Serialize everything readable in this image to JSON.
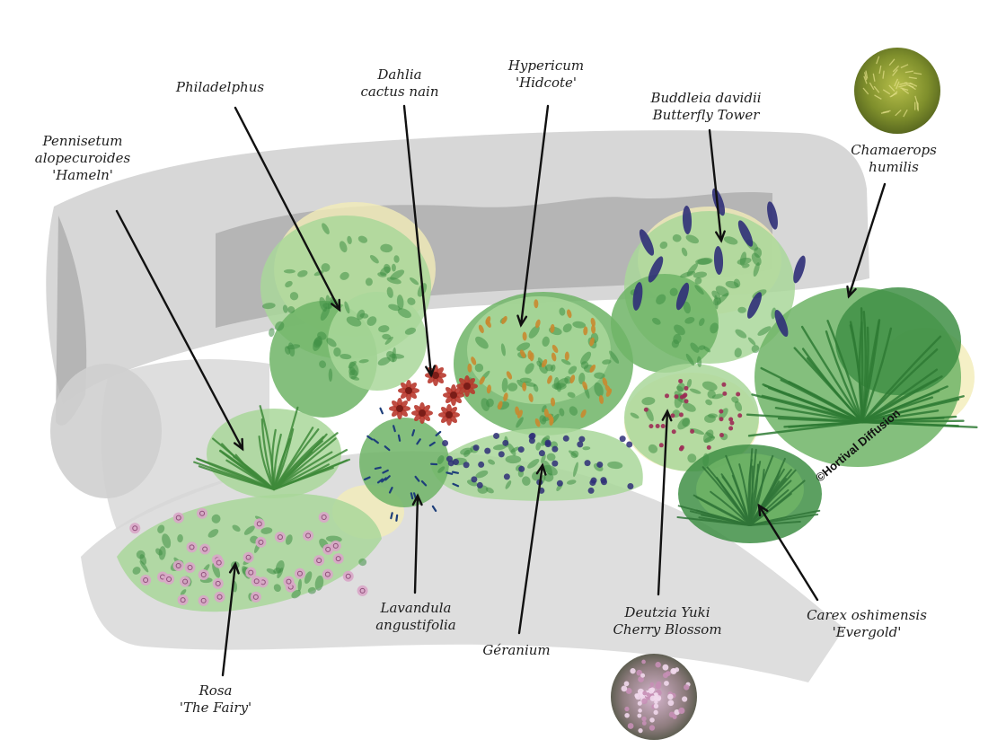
{
  "palette": {
    "wall": "#c9c9c9",
    "wall_dark": "#a9a9a9",
    "ground": "#d6d6d6",
    "leaf_light": "#a9d79a",
    "leaf": "#6fb466",
    "leaf_dark": "#3f8f45",
    "dahlia": "#b8382e",
    "buddleia": "#2f2f78",
    "hypericum": "#c98a2f",
    "rose": "#d9a6c8",
    "deutzia": "#9c2b55",
    "halo": "#f2ecb8",
    "arrow": "#111111"
  },
  "labels": [
    {
      "id": "philadelphus",
      "lines": [
        "Philadelphus"
      ]
    },
    {
      "id": "dahlia",
      "lines": [
        "Dahlia",
        "cactus nain"
      ]
    },
    {
      "id": "hypericum",
      "lines": [
        "Hypericum",
        "'Hidcote'"
      ]
    },
    {
      "id": "buddleia",
      "lines": [
        "Buddleia davidii",
        "Butterfly Tower"
      ]
    },
    {
      "id": "chamaerops",
      "lines": [
        "Chamaerops",
        "humilis"
      ]
    },
    {
      "id": "pennisetum",
      "lines": [
        "Pennisetum",
        "alopecuroides",
        "'Hameln'"
      ]
    },
    {
      "id": "lavandula",
      "lines": [
        "Lavandula",
        "angustifolia"
      ]
    },
    {
      "id": "geranium",
      "lines": [
        "Géranium"
      ]
    },
    {
      "id": "deutzia",
      "lines": [
        "Deutzia Yuki",
        "Cherry Blossom"
      ]
    },
    {
      "id": "carex",
      "lines": [
        "Carex oshimensis",
        "'Evergold'"
      ]
    },
    {
      "id": "rosa",
      "lines": [
        "Rosa",
        "'The Fairy'"
      ]
    }
  ],
  "credit": "©Hortival Diffusion",
  "photos": [
    {
      "id": "chamaerops-photo",
      "subject": "palm leaves"
    },
    {
      "id": "deutzia-photo",
      "subject": "pink blossom"
    }
  ]
}
